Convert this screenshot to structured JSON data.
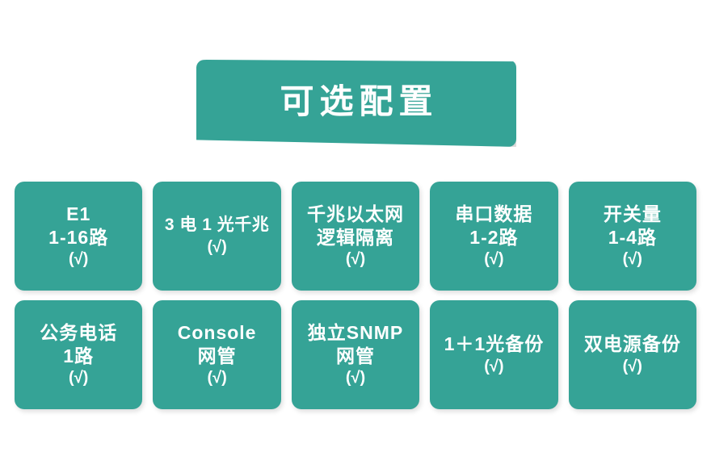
{
  "banner": {
    "title": "可选配置"
  },
  "theme": {
    "accent": "#35a396",
    "text_on_accent": "#ffffff",
    "background": "#ffffff"
  },
  "grid": {
    "rows": [
      {
        "cards": [
          {
            "lines": [
              "E1",
              "1-16路"
            ],
            "check": "(√)"
          },
          {
            "lines": [
              "3 电 1 光千兆"
            ],
            "check": "(√)"
          },
          {
            "lines": [
              "千兆以太网",
              "逻辑隔离"
            ],
            "check": "(√)"
          },
          {
            "lines": [
              "串口数据",
              "1-2路"
            ],
            "check": "(√)"
          },
          {
            "lines": [
              "开关量",
              "1-4路"
            ],
            "check": "(√)"
          }
        ]
      },
      {
        "cards": [
          {
            "lines": [
              "公务电话",
              "1路"
            ],
            "check": "(√)"
          },
          {
            "lines": [
              "Console",
              "网管"
            ],
            "check": "(√)"
          },
          {
            "lines": [
              "独立SNMP",
              "网管"
            ],
            "check": "(√)"
          },
          {
            "lines": [
              "1＋1光备份"
            ],
            "check": "(√)"
          },
          {
            "lines": [
              "双电源备份"
            ],
            "check": "(√)"
          }
        ]
      }
    ]
  }
}
